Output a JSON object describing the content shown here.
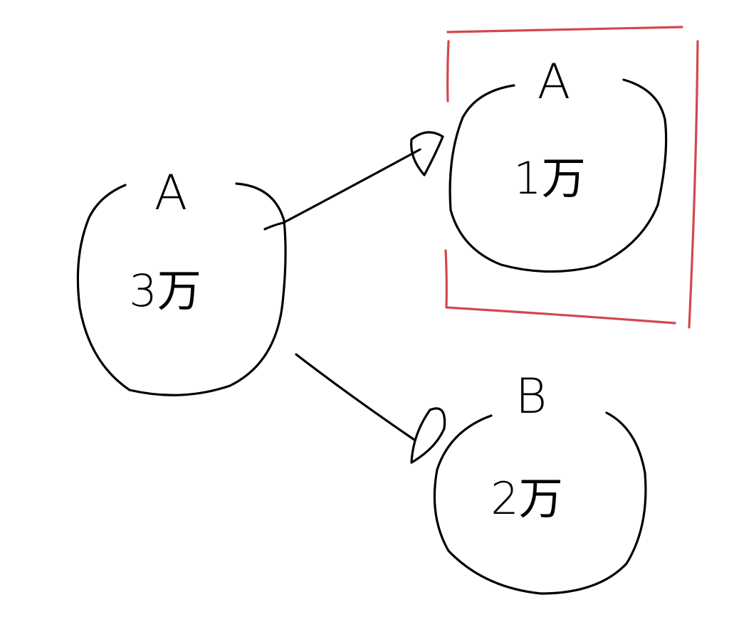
{
  "diagram": {
    "ink_color": "#000000",
    "highlight_color": "#d3474c",
    "nodes": [
      {
        "id": "source",
        "label": "A",
        "value": "3万"
      },
      {
        "id": "top-right",
        "label": "A",
        "value": "1万",
        "highlighted": true
      },
      {
        "id": "bottom-right",
        "label": "B",
        "value": "2万"
      }
    ],
    "edges": [
      {
        "from": "source",
        "to": "top-right"
      },
      {
        "from": "source",
        "to": "bottom-right"
      }
    ]
  }
}
